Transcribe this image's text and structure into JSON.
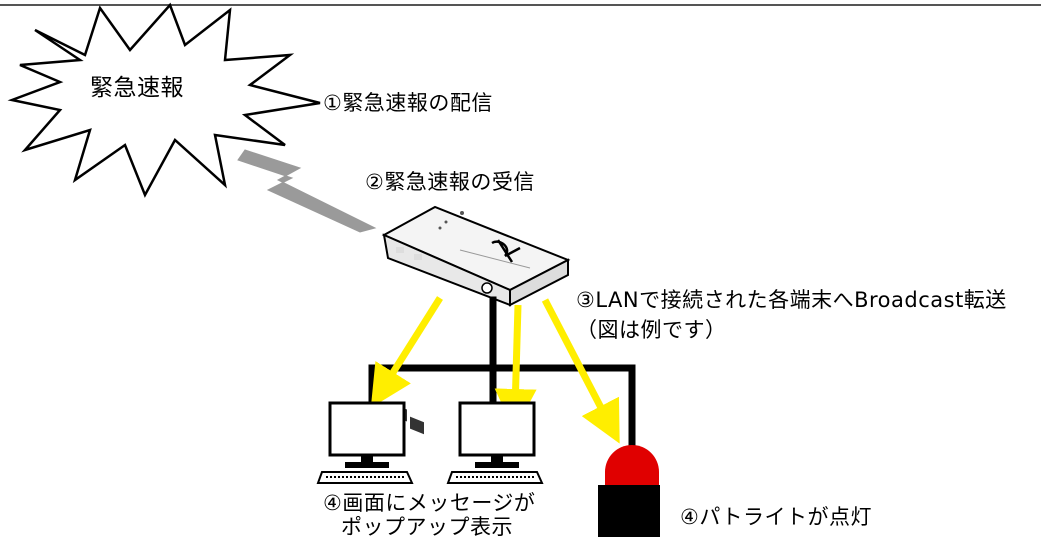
{
  "labels": {
    "burst": "緊急速報",
    "step1": "①緊急速報の配信",
    "step2": "②緊急速報の受信",
    "step3_line1": "③LANで接続された各端末へBroadcast転送",
    "step3_line2": "（図は例です）",
    "step4_pc_line1": "④画面にメッセージが",
    "step4_pc_line2": "ポップアップ表示",
    "step4_lamp": "④パトライトが点灯"
  },
  "icons": {
    "burst": "explosion-burst-icon",
    "signal": "lightning-signal-icon",
    "router": "router-device-icon",
    "pc": "desktop-computer-icon",
    "lamp": "warning-lamp-icon"
  },
  "colors": {
    "arrow": "#ffee00",
    "lamp_top": "#e00000",
    "lamp_body": "#000000",
    "signal": "#9a9a9a"
  }
}
